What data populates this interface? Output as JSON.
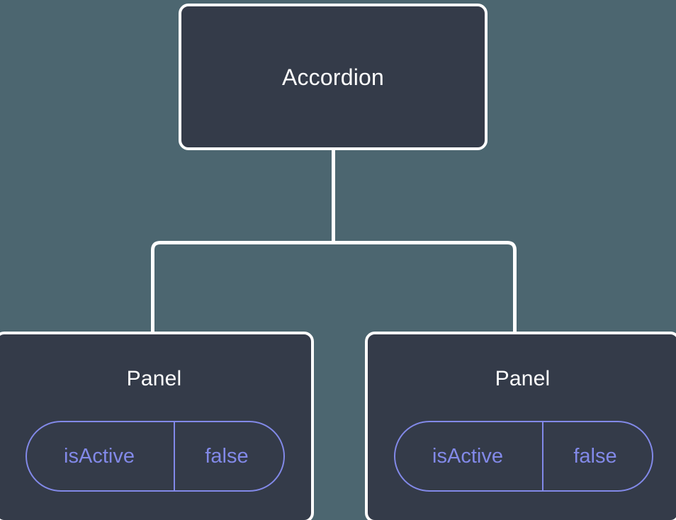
{
  "diagram": {
    "type": "component-tree",
    "background_color": "#4c6670",
    "node_fill_color": "#343b49",
    "node_border_color": "#ffffff",
    "edge_color": "#ffffff",
    "prop_accent_color": "#8289e8",
    "root": {
      "label": "Accordion"
    },
    "children": [
      {
        "label": "Panel",
        "prop": {
          "key": "isActive",
          "value": "false"
        }
      },
      {
        "label": "Panel",
        "prop": {
          "key": "isActive",
          "value": "false"
        }
      }
    ]
  }
}
